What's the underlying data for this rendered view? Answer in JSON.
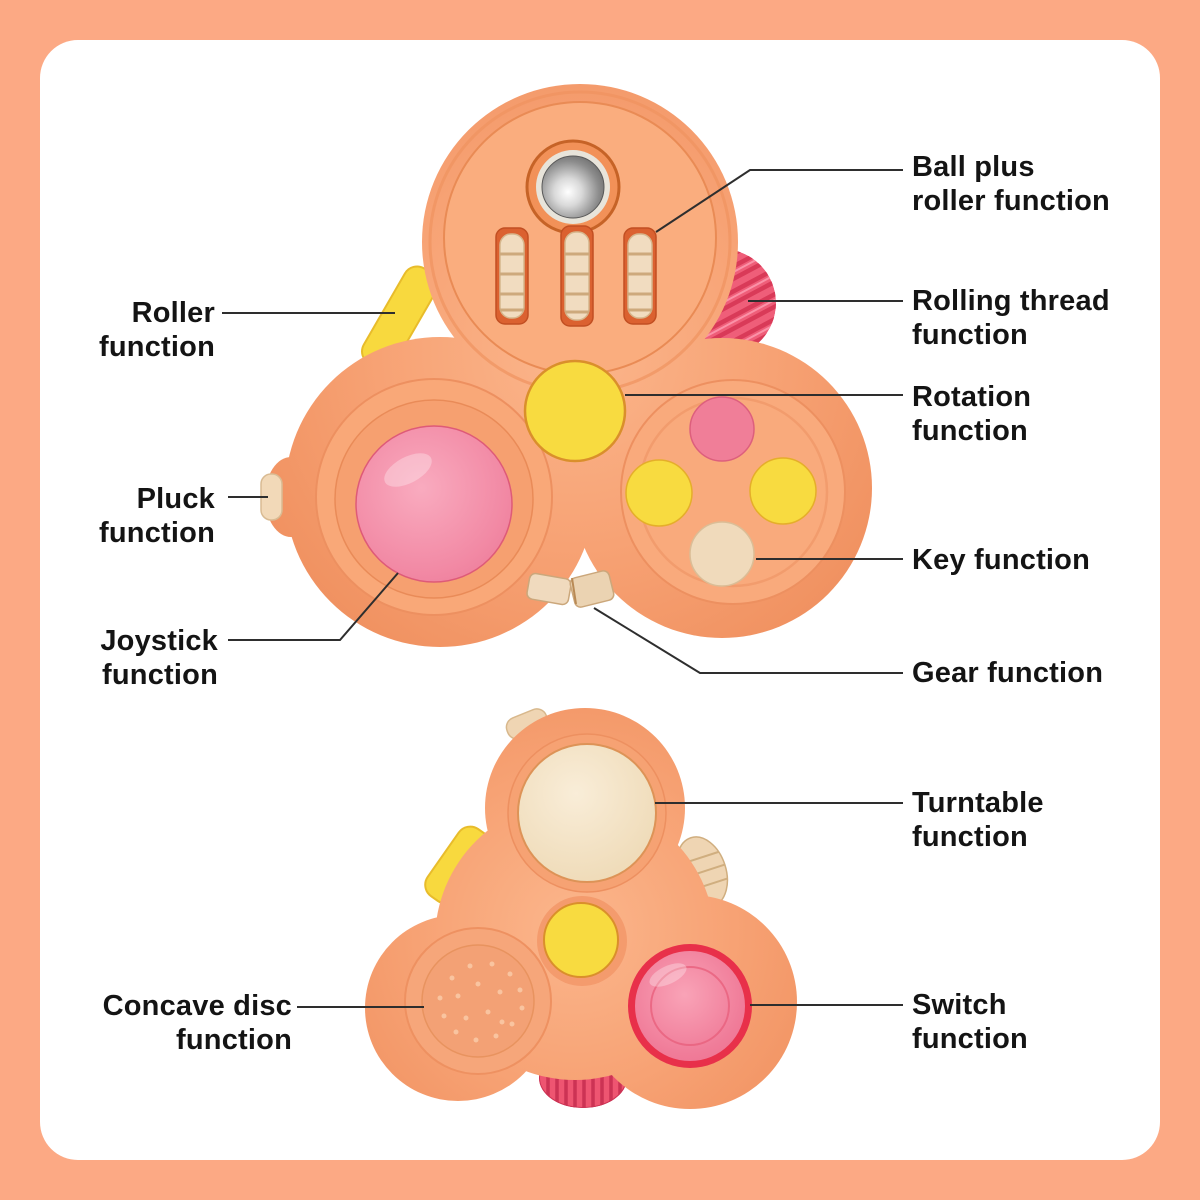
{
  "labels": {
    "ball_roller": "Ball plus\nroller function",
    "roller": "Roller\nfunction",
    "rolling_thread": "Rolling thread\nfunction",
    "rotation": "Rotation\nfunction",
    "pluck": "Pluck\nfunction",
    "key": "Key function",
    "joystick": "Joystick\nfunction",
    "gear": "Gear function",
    "turntable": "Turntable\nfunction",
    "concave_disc": "Concave disc\nfunction",
    "switch": "Switch\nfunction"
  },
  "colors": {
    "frame": "#FCA984",
    "canvas": "#FFFFFF",
    "text": "#141414",
    "leader_line": "#2E2E2E",
    "toy_body": "#F7A274",
    "accent_yellow": "#F8DB40",
    "accent_pink": "#F0799A",
    "accent_red": "#E8304A",
    "ribbed_pink": "#EE5571",
    "cream": "#F0DABE",
    "metal_ball": "#8E8E8E"
  }
}
